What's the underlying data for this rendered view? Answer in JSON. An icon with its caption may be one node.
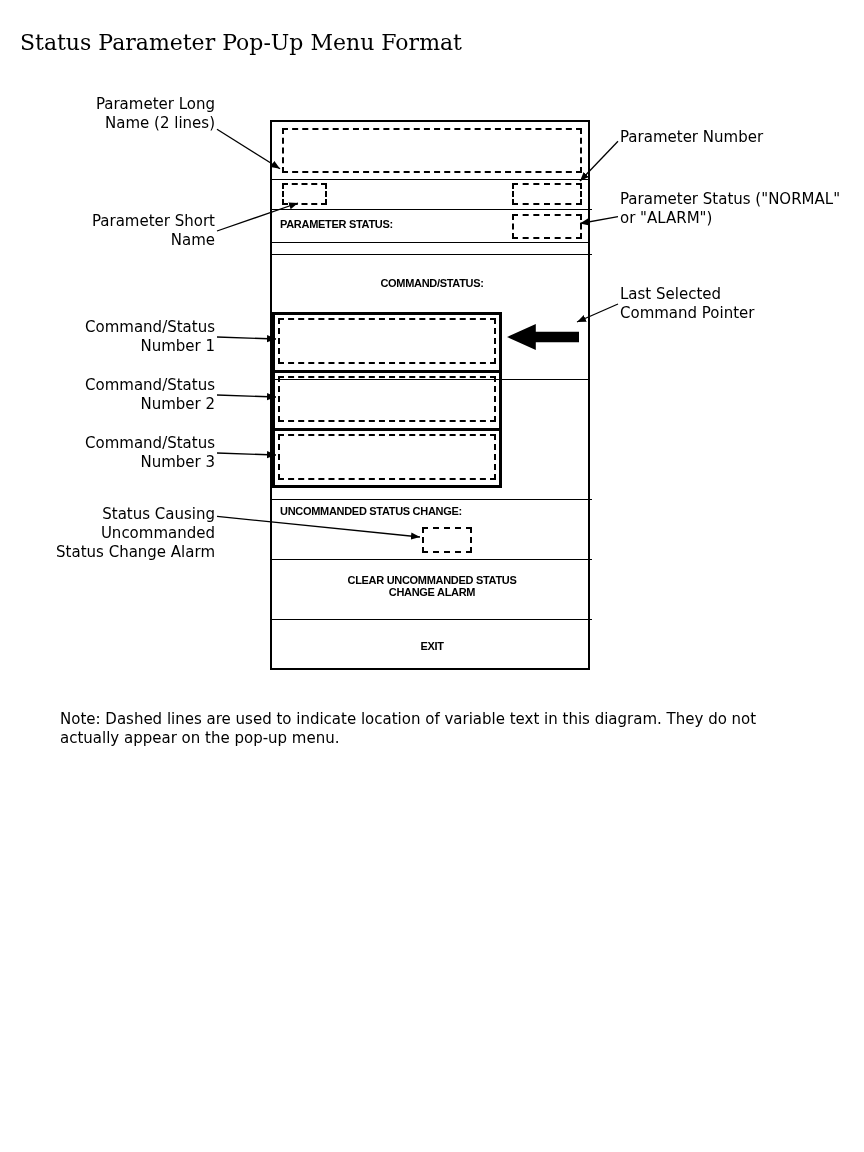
{
  "diagram": {
    "title": "Status Parameter Pop-Up Menu Format",
    "nodes": [
      {
        "text": [],
        "shape": "box"
      },
      {
        "text": [],
        "shape": "box",
        "in": 0
      },
      {
        "text": [],
        "shape": "box",
        "in": 0
      },
      {
        "text": [],
        "shape": "box",
        "in": 0
      },
      {
        "text": [
          "PARAMETER STATUS:"
        ],
        "in": 0
      },
      {
        "text": [],
        "shape": "box",
        "in": 4
      },
      {
        "text": [
          "COMMAND/STATUS:"
        ],
        "in": 0
      },
      {
        "text": [],
        "shape": "box",
        "in": 0
      },
      {
        "text": [],
        "shape": "box",
        "in": 0
      },
      {
        "text": [],
        "shape": "box",
        "in": 0
      },
      {
        "text": [],
        "shape": "arrow",
        "in": 0
      },
      {
        "text": [
          "UNCOMMANDED STATUS CHANGE:"
        ],
        "in": 0
      },
      {
        "text": [],
        "shape": "box",
        "in": 11
      },
      {
        "text": [
          "CLEAR UNCOMMANDED STATUS CHANGE ALARM"
        ],
        "in": 0
      },
      {
        "text": [
          "EXIT"
        ],
        "in": 0
      },
      {
        "text": [
          "Parameter Long Name (2 lines)"
        ]
      },
      {
        "text": [
          "Parameter Short Name"
        ]
      },
      {
        "text": [
          "Parameter Number"
        ]
      },
      {
        "text": [
          "Parameter Status (\"NORMAL\" or \"ALARM\")"
        ]
      },
      {
        "text": [
          "Last Selected Command Pointer"
        ]
      },
      {
        "text": [
          "Command/Status Number 1"
        ]
      },
      {
        "text": [
          "Command/Status Number 2"
        ]
      },
      {
        "text": [
          "Command/Status Number 3"
        ]
      },
      {
        "text": [
          "Status Causing Uncommanded Status Change Alarm"
        ]
      }
    ],
    "edges": [
      {
        "from": 15,
        "to": 1,
        "arrow": "to"
      },
      {
        "from": 16,
        "to": 2,
        "arrow": "to"
      },
      {
        "from": 17,
        "to": 3,
        "arrow": "to"
      },
      {
        "from": 18,
        "to": 5,
        "arrow": "to"
      },
      {
        "from": 19,
        "to": 10,
        "arrow": "to"
      },
      {
        "from": 20,
        "to": 7,
        "arrow": "to"
      },
      {
        "from": 21,
        "to": 8,
        "arrow": "to"
      },
      {
        "from": 22,
        "to": 9,
        "arrow": "to"
      },
      {
        "from": 23,
        "to": 12,
        "arrow": "to"
      }
    ],
    "labels": [
      "Note: Dashed lines are used to indicate location of variable text in this diagram. They do not actually appear on the pop-up menu."
    ]
  }
}
